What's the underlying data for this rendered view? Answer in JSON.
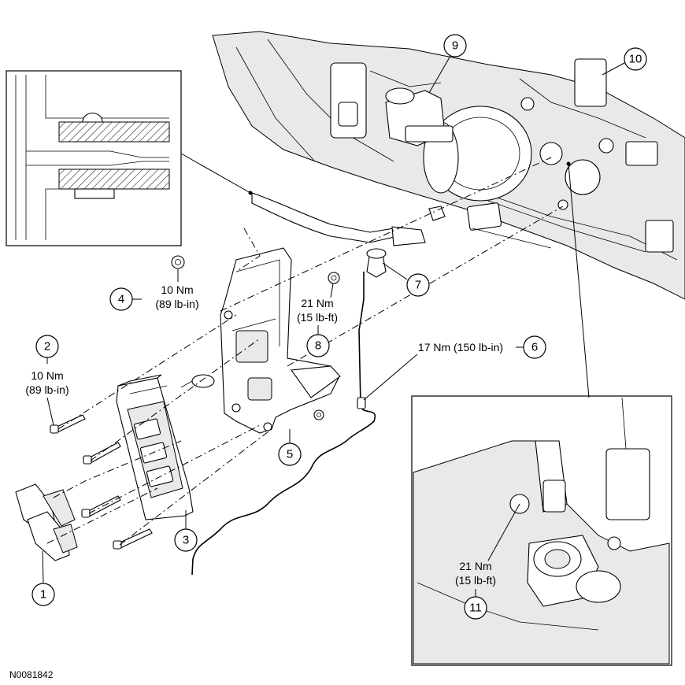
{
  "figure_id": "N0081842",
  "callouts": [
    {
      "number": "1"
    },
    {
      "number": "2",
      "torque_nm": "10 Nm",
      "torque_imperial": "(89 lb-in)"
    },
    {
      "number": "3"
    },
    {
      "number": "4",
      "torque_nm": "10 Nm",
      "torque_imperial": "(89 lb-in)"
    },
    {
      "number": "5"
    },
    {
      "number": "6",
      "torque_single_line": "17 Nm (150 lb-in)"
    },
    {
      "number": "7"
    },
    {
      "number": "8",
      "torque_nm": "21 Nm",
      "torque_imperial": "(15 lb-ft)"
    },
    {
      "number": "9"
    },
    {
      "number": "10"
    },
    {
      "number": "11",
      "torque_nm": "21 Nm",
      "torque_imperial": "(15 lb-ft)"
    }
  ]
}
